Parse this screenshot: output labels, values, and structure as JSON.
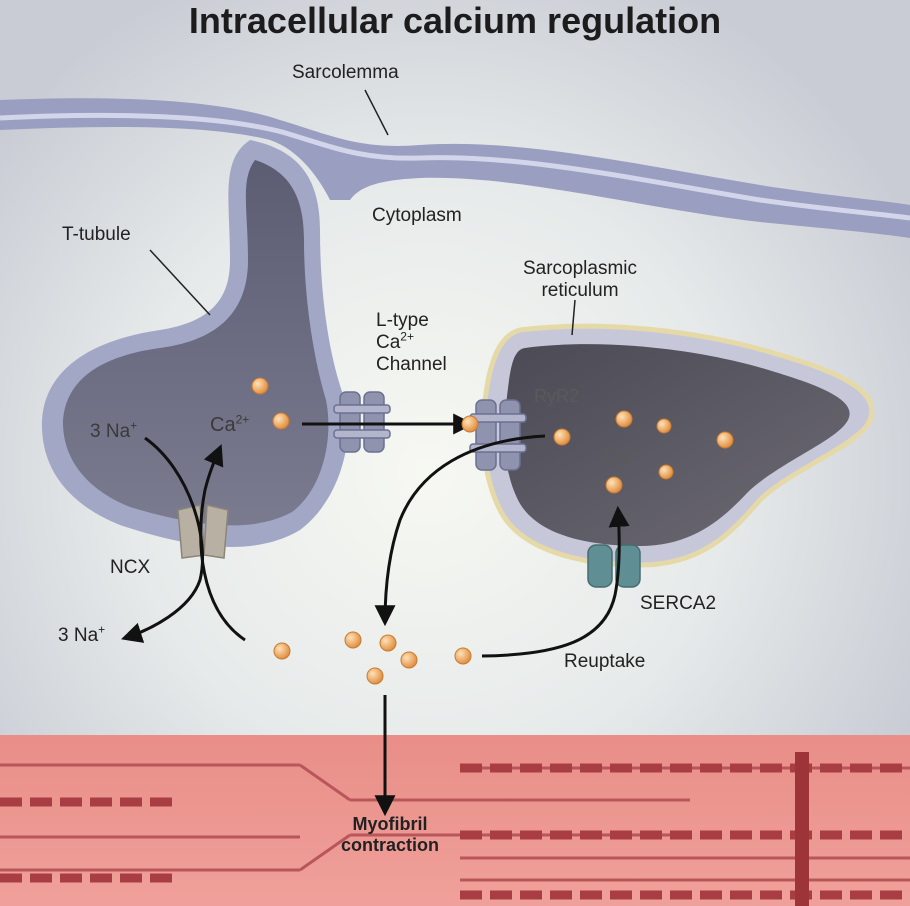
{
  "title": "Intracellular calcium regulation",
  "labels": {
    "sarcolemma": "Sarcolemma",
    "cytoplasm": "Cytoplasm",
    "t_tubule": "T-tubule",
    "sarcoplasmic_reticulum": [
      "Sarcoplasmic",
      "reticulum"
    ],
    "l_type_channel": {
      "line1": "L-type",
      "ca_base": "Ca",
      "ca_charge": "2+",
      "line3": "Channel"
    },
    "ryr2": "RyR2",
    "sodium_in": {
      "base": "3 Na",
      "charge": "+"
    },
    "sodium_out": {
      "base": "3 Na",
      "charge": "+"
    },
    "calcium_ttubule": {
      "base": "Ca",
      "charge": "2+"
    },
    "calcium_sr": {
      "base": "Ca",
      "charge": "2+"
    },
    "ncx": "NCX",
    "serca2": "SERCA2",
    "reuptake": "Reuptake",
    "myofibril": [
      "Myofibril",
      "contraction"
    ]
  },
  "colors": {
    "membrane": "#8e93b6",
    "membrane_highlight": "#c9cce4",
    "lumen": "#54535f",
    "channel": "#8f93ad",
    "ncx": "#b8b1a3",
    "serca": "#5f8f94",
    "calcium_ion": "#e59a45",
    "myofibril_bg": "#e98c86",
    "arrow": "#111111"
  }
}
